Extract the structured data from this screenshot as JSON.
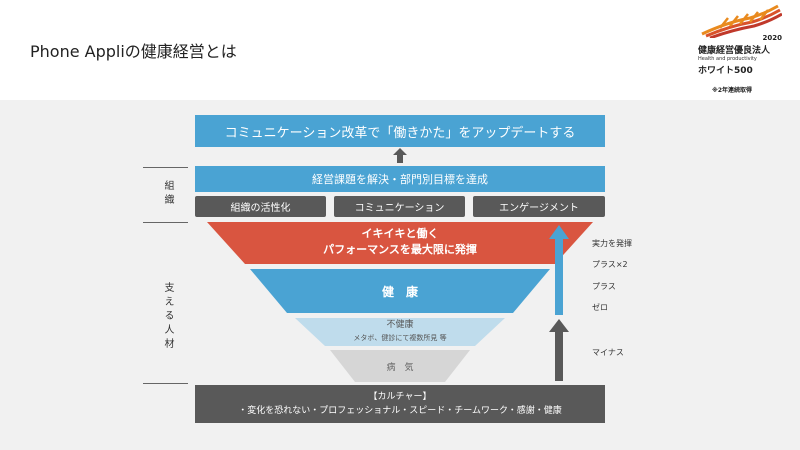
{
  "page": {
    "title": "Phone Appliの健康経営とは"
  },
  "logo": {
    "year": "2020",
    "line1": "健康経営優良法人",
    "line2": "Health and productivity",
    "line3": "ホワイト500",
    "note": "※2年連続取得"
  },
  "diagram": {
    "goal": "コミュニケーション改革で「働きかた」をアップデートする",
    "org_label": "組織",
    "org_main": "経営課題を解決・部門別目標を達成",
    "org_items": [
      "組織の活性化",
      "コミュニケーション",
      "エンゲージメント"
    ],
    "people_label": "支える人材",
    "levels": [
      {
        "line1": "イキイキと働く",
        "line2": "パフォーマンスを最大限に発揮"
      },
      {
        "line1": "健　康"
      },
      {
        "line1": "不健康",
        "line2": "メタボ、健診にて複数所見 等"
      },
      {
        "line1": "病　気"
      }
    ],
    "right_labels": [
      "実力を発揮",
      "プラス×2",
      "プラス",
      "ゼロ",
      "マイナス"
    ],
    "culture_title": "【カルチャー】",
    "culture_body": "・変化を恐れない・プロフェッショナル・スピード・チームワーク・感謝・健康"
  },
  "colors": {
    "blue": "#4aa3d3",
    "red": "#d95540",
    "light_blue": "#bfdcec",
    "gray_light": "#d6d6d6",
    "dark_gray": "#595959"
  }
}
